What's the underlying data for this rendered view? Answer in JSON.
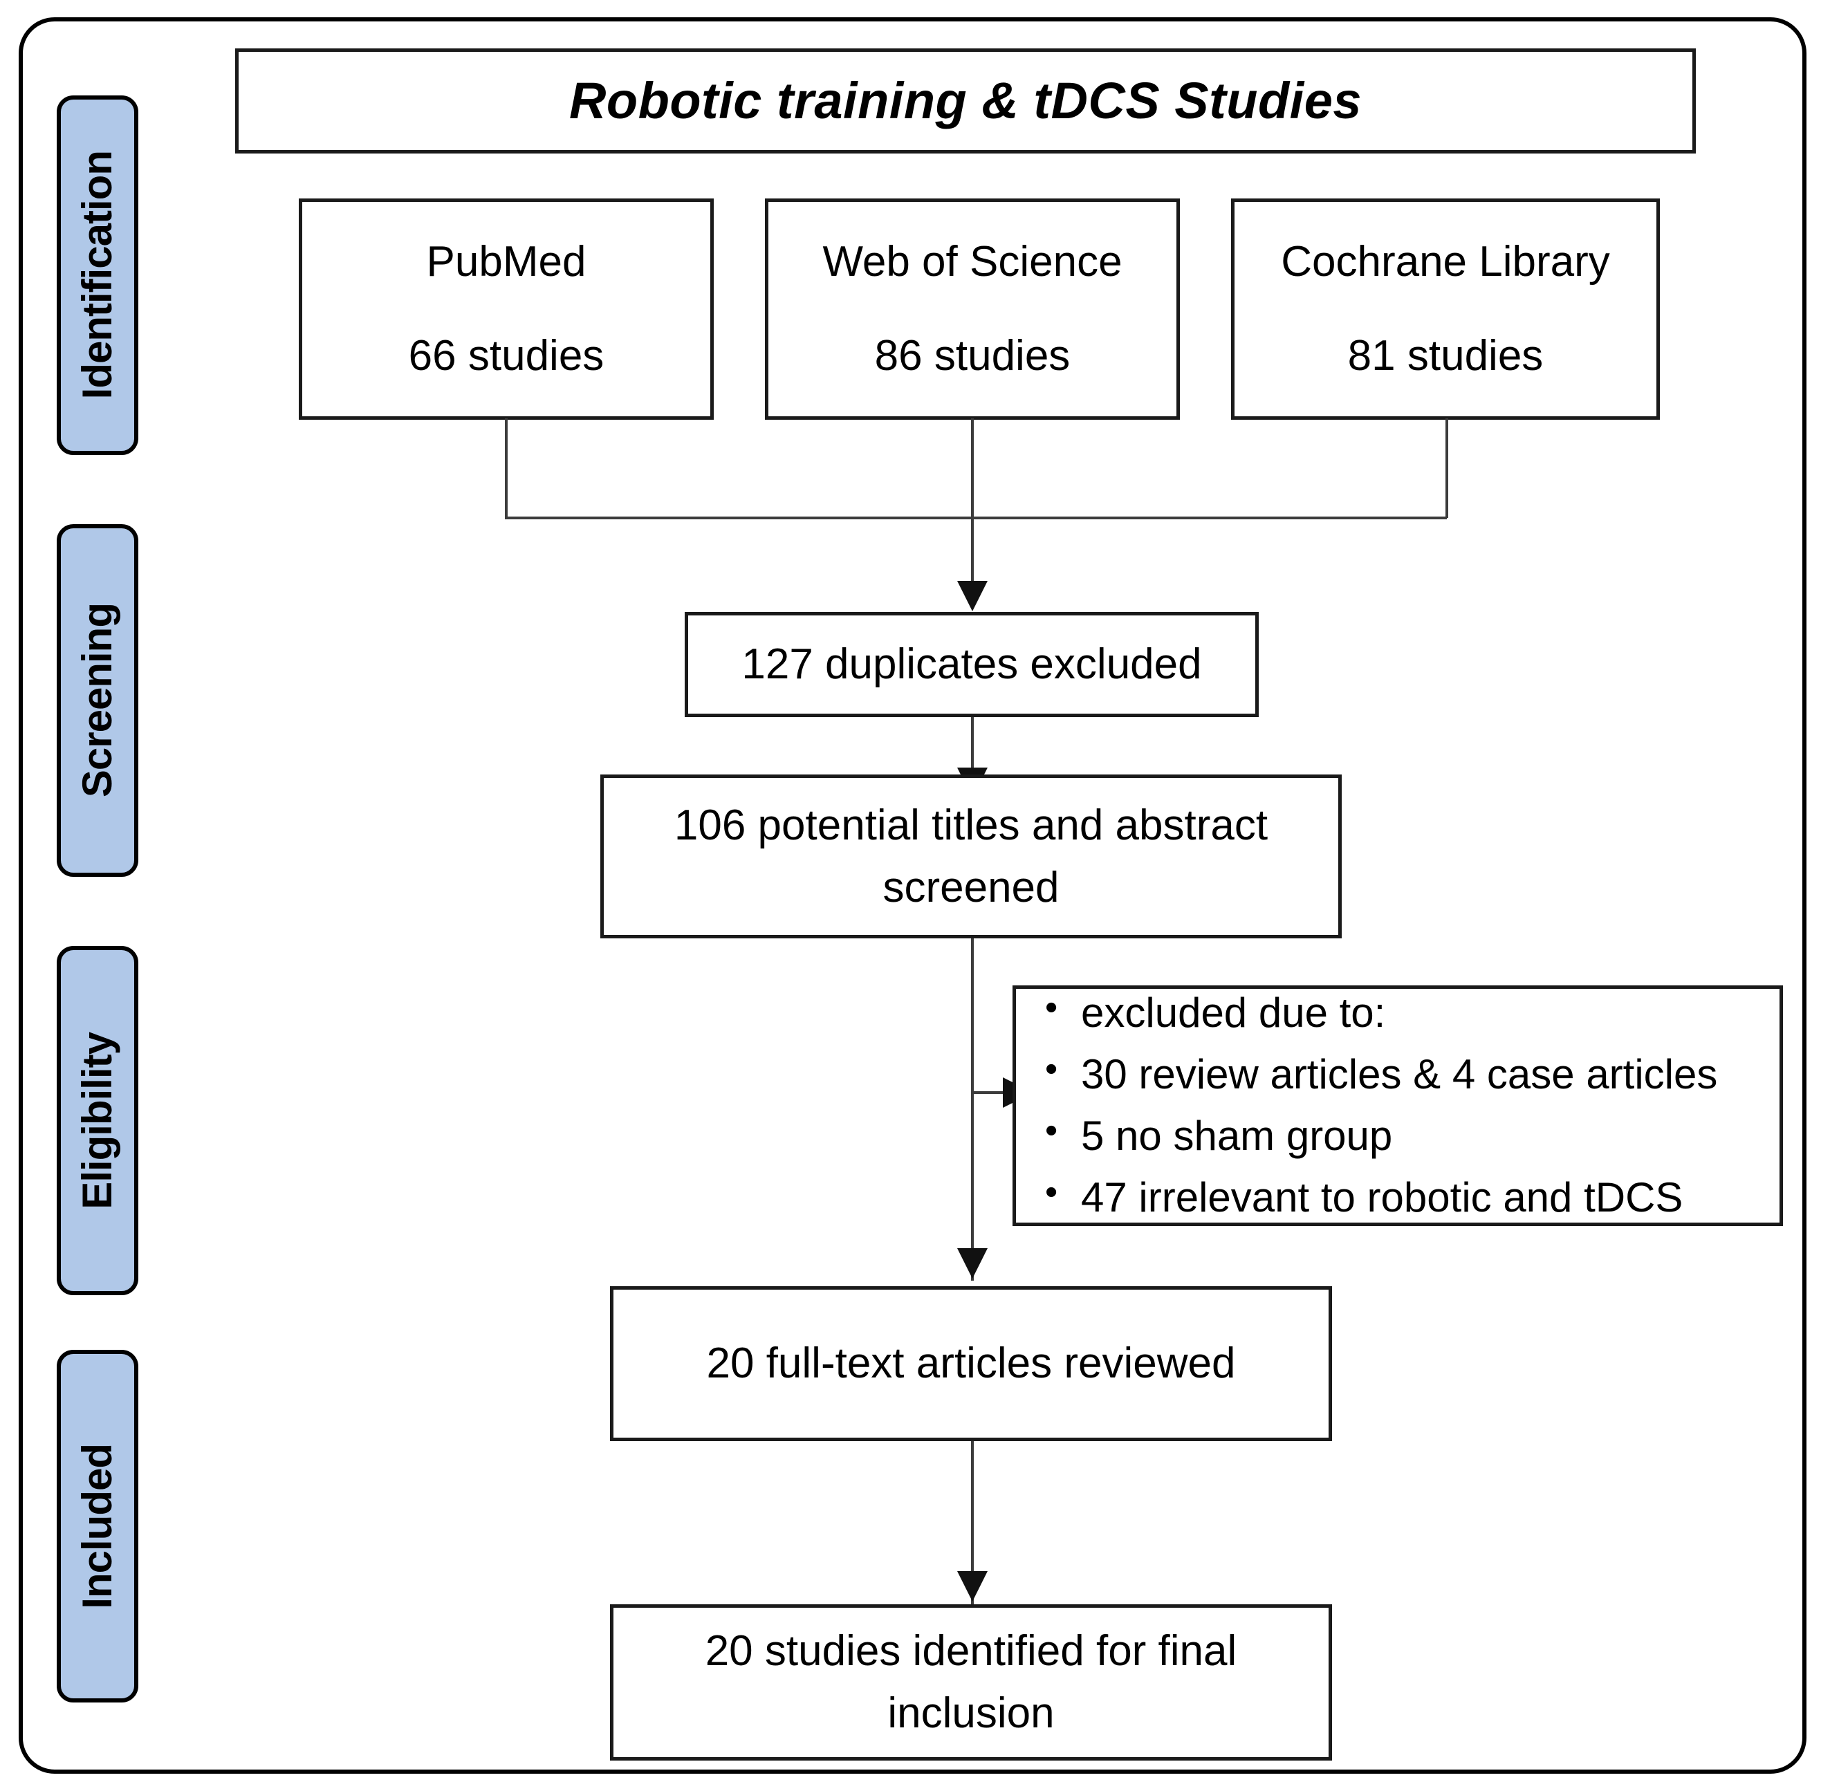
{
  "figure": {
    "type": "prisma-flow-diagram",
    "title": "Robotic training & tDCS Studies"
  },
  "stages": [
    {
      "id": "identification",
      "label": "Identification"
    },
    {
      "id": "screening",
      "label": "Screening"
    },
    {
      "id": "eligibility",
      "label": "Eligibility"
    },
    {
      "id": "included",
      "label": "Included"
    }
  ],
  "sources": [
    {
      "name": "PubMed",
      "count": "66 studies"
    },
    {
      "name": "Web of Science",
      "count": "86 studies"
    },
    {
      "name": "Cochrane Library",
      "count": "81 studies"
    }
  ],
  "flow": {
    "duplicates": "127 duplicates excluded",
    "screened": "106 potential titles and abstract screened",
    "full_text": "20 full-text articles reviewed",
    "final": "20 studies identified for final inclusion"
  },
  "exclusions": {
    "items": [
      "excluded due to:",
      "30 review articles & 4 case articles",
      "5 no sham group",
      "47 irrelevant to robotic and tDCS"
    ]
  },
  "colors": {
    "stage_fill": "#b0c8e8",
    "border": "#000000",
    "connector": "#3c3c3c"
  }
}
